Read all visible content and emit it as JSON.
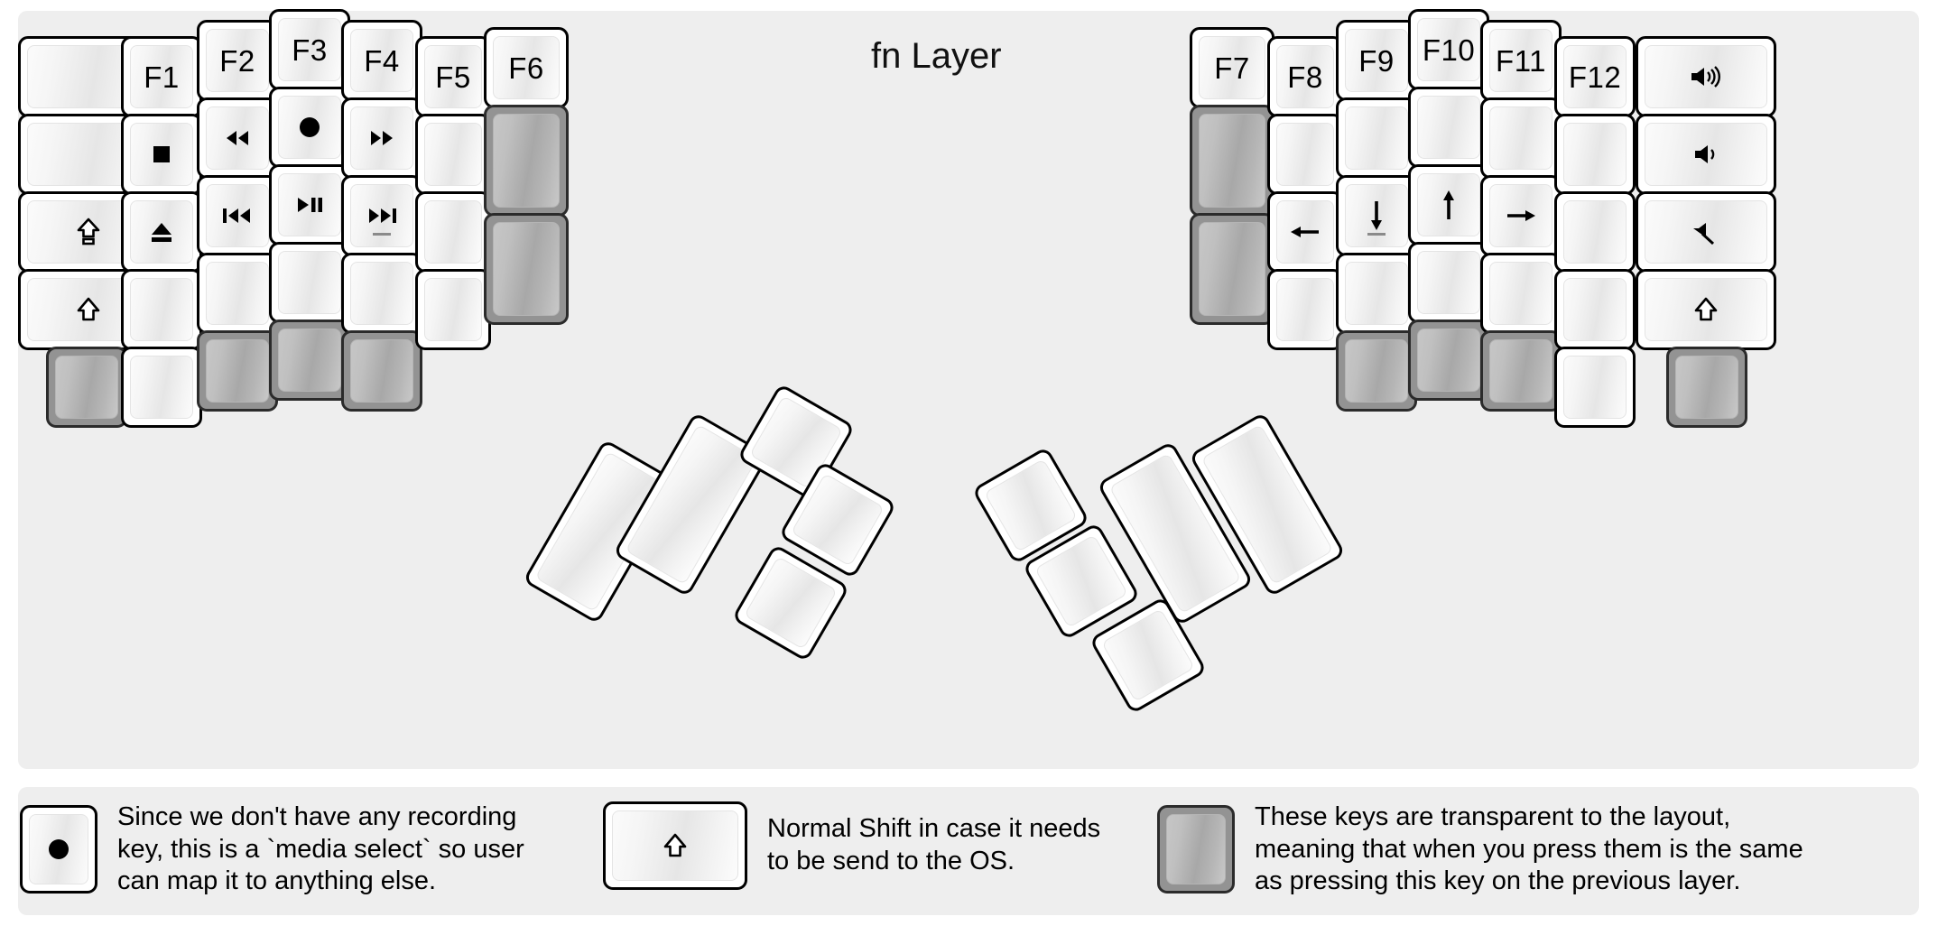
{
  "title": "fn Layer",
  "colors": {
    "background": "#eeeeee",
    "key_fill": "#ffffff",
    "key_border": "#000000",
    "transparent_key": "#939393"
  },
  "legend": [
    {
      "key_icon": "record-circle-icon",
      "text": "Since we don't have any recording\nkey, this is a `media select` so user\ncan map it to anything else."
    },
    {
      "key_icon": "shift-arrow-icon",
      "text": "Normal Shift in case it needs\nto be send to the OS."
    },
    {
      "key_icon": "transparent-key-icon",
      "text": "These keys are transparent to the layout,\nmeaning that when you press them is the same\nas pressing this key on the previous layer."
    }
  ],
  "left_half": {
    "columns": [
      {
        "name": "col-pinky-outer",
        "keys": [
          {
            "label": "",
            "icon": "",
            "state": "normal"
          },
          {
            "label": "",
            "icon": "",
            "state": "normal"
          },
          {
            "label": "",
            "icon": "caps-lock-icon",
            "state": "normal"
          },
          {
            "label": "",
            "icon": "shift-arrow-icon",
            "state": "normal"
          }
        ]
      },
      {
        "name": "col-pinky",
        "keys": [
          {
            "label": "F1",
            "icon": "",
            "state": "normal"
          },
          {
            "label": "",
            "icon": "media-stop-icon",
            "state": "normal"
          },
          {
            "label": "",
            "icon": "media-eject-icon",
            "state": "normal"
          },
          {
            "label": "",
            "icon": "",
            "state": "normal"
          },
          {
            "label": "",
            "icon": "",
            "state": "normal"
          }
        ]
      },
      {
        "name": "col-ring",
        "keys": [
          {
            "label": "F2",
            "icon": "",
            "state": "normal"
          },
          {
            "label": "",
            "icon": "media-rewind-icon",
            "state": "normal"
          },
          {
            "label": "",
            "icon": "media-prev-track-icon",
            "state": "normal"
          },
          {
            "label": "",
            "icon": "",
            "state": "normal"
          },
          {
            "label": "",
            "icon": "",
            "state": "transparent"
          }
        ]
      },
      {
        "name": "col-middle",
        "keys": [
          {
            "label": "F3",
            "icon": "",
            "state": "normal"
          },
          {
            "label": "",
            "icon": "media-record-icon",
            "state": "normal"
          },
          {
            "label": "",
            "icon": "media-play-pause-icon",
            "state": "normal"
          },
          {
            "label": "",
            "icon": "",
            "state": "normal"
          },
          {
            "label": "",
            "icon": "",
            "state": "transparent"
          }
        ]
      },
      {
        "name": "col-index",
        "keys": [
          {
            "label": "F4",
            "icon": "",
            "state": "normal"
          },
          {
            "label": "",
            "icon": "media-fast-forward-icon",
            "state": "normal"
          },
          {
            "label": "",
            "icon": "media-next-track-icon",
            "state": "normal"
          },
          {
            "label": "",
            "icon": "",
            "state": "normal"
          },
          {
            "label": "",
            "icon": "",
            "state": "transparent"
          }
        ]
      },
      {
        "name": "col-index-inner",
        "keys": [
          {
            "label": "F5",
            "icon": "",
            "state": "normal"
          },
          {
            "label": "",
            "icon": "",
            "state": "normal"
          },
          {
            "label": "",
            "icon": "",
            "state": "normal"
          },
          {
            "label": "",
            "icon": "",
            "state": "normal"
          }
        ]
      },
      {
        "name": "col-inner",
        "keys": [
          {
            "label": "F6",
            "icon": "",
            "state": "normal"
          },
          {
            "label": "",
            "icon": "",
            "state": "transparent"
          },
          {
            "label": "",
            "icon": "",
            "state": "transparent"
          }
        ]
      }
    ],
    "extra_keys": [
      {
        "name": "left-pinky-outer-bottom",
        "label": "",
        "icon": "",
        "state": "transparent"
      }
    ],
    "thumb_cluster": [
      {
        "name": "thumb-key-tall-1",
        "label": "",
        "icon": "",
        "state": "normal"
      },
      {
        "name": "thumb-key-tall-2",
        "label": "",
        "icon": "",
        "state": "normal"
      },
      {
        "name": "thumb-key-top",
        "label": "",
        "icon": "",
        "state": "normal"
      },
      {
        "name": "thumb-key-mid",
        "label": "",
        "icon": "",
        "state": "normal"
      },
      {
        "name": "thumb-key-bottom",
        "label": "",
        "icon": "",
        "state": "normal"
      }
    ]
  },
  "right_half": {
    "columns": [
      {
        "name": "col-inner",
        "keys": [
          {
            "label": "F7",
            "icon": "",
            "state": "normal"
          },
          {
            "label": "",
            "icon": "",
            "state": "transparent"
          },
          {
            "label": "",
            "icon": "",
            "state": "transparent"
          }
        ]
      },
      {
        "name": "col-index-inner",
        "keys": [
          {
            "label": "F8",
            "icon": "",
            "state": "normal"
          },
          {
            "label": "",
            "icon": "",
            "state": "normal"
          },
          {
            "label": "",
            "icon": "arrow-left-icon",
            "state": "normal"
          },
          {
            "label": "",
            "icon": "",
            "state": "normal"
          }
        ]
      },
      {
        "name": "col-index",
        "keys": [
          {
            "label": "F9",
            "icon": "",
            "state": "normal"
          },
          {
            "label": "",
            "icon": "",
            "state": "normal"
          },
          {
            "label": "",
            "icon": "arrow-down-icon",
            "state": "normal"
          },
          {
            "label": "",
            "icon": "",
            "state": "normal"
          },
          {
            "label": "",
            "icon": "",
            "state": "transparent"
          }
        ]
      },
      {
        "name": "col-middle",
        "keys": [
          {
            "label": "F10",
            "icon": "",
            "state": "normal"
          },
          {
            "label": "",
            "icon": "",
            "state": "normal"
          },
          {
            "label": "",
            "icon": "arrow-up-icon",
            "state": "normal"
          },
          {
            "label": "",
            "icon": "",
            "state": "normal"
          },
          {
            "label": "",
            "icon": "",
            "state": "transparent"
          }
        ]
      },
      {
        "name": "col-ring",
        "keys": [
          {
            "label": "F11",
            "icon": "",
            "state": "normal"
          },
          {
            "label": "",
            "icon": "",
            "state": "normal"
          },
          {
            "label": "",
            "icon": "arrow-right-icon",
            "state": "normal"
          },
          {
            "label": "",
            "icon": "",
            "state": "normal"
          },
          {
            "label": "",
            "icon": "",
            "state": "transparent"
          }
        ]
      },
      {
        "name": "col-pinky",
        "keys": [
          {
            "label": "F12",
            "icon": "",
            "state": "normal"
          },
          {
            "label": "",
            "icon": "",
            "state": "normal"
          },
          {
            "label": "",
            "icon": "",
            "state": "normal"
          },
          {
            "label": "",
            "icon": "",
            "state": "normal"
          },
          {
            "label": "",
            "icon": "",
            "state": "normal"
          }
        ]
      },
      {
        "name": "col-pinky-outer",
        "keys": [
          {
            "label": "",
            "icon": "volume-up-icon",
            "state": "normal"
          },
          {
            "label": "",
            "icon": "volume-down-icon",
            "state": "normal"
          },
          {
            "label": "",
            "icon": "volume-mute-icon",
            "state": "normal"
          },
          {
            "label": "",
            "icon": "shift-arrow-icon",
            "state": "normal"
          }
        ]
      }
    ],
    "extra_keys": [
      {
        "name": "right-pinky-outer-bottom",
        "label": "",
        "icon": "",
        "state": "transparent"
      }
    ],
    "thumb_cluster": [
      {
        "name": "thumb-key-top",
        "label": "",
        "icon": "",
        "state": "normal"
      },
      {
        "name": "thumb-key-mid",
        "label": "",
        "icon": "",
        "state": "normal"
      },
      {
        "name": "thumb-key-bottom",
        "label": "",
        "icon": "",
        "state": "normal"
      },
      {
        "name": "thumb-key-tall-1",
        "label": "",
        "icon": "",
        "state": "normal"
      },
      {
        "name": "thumb-key-tall-2",
        "label": "",
        "icon": "",
        "state": "normal"
      }
    ]
  }
}
